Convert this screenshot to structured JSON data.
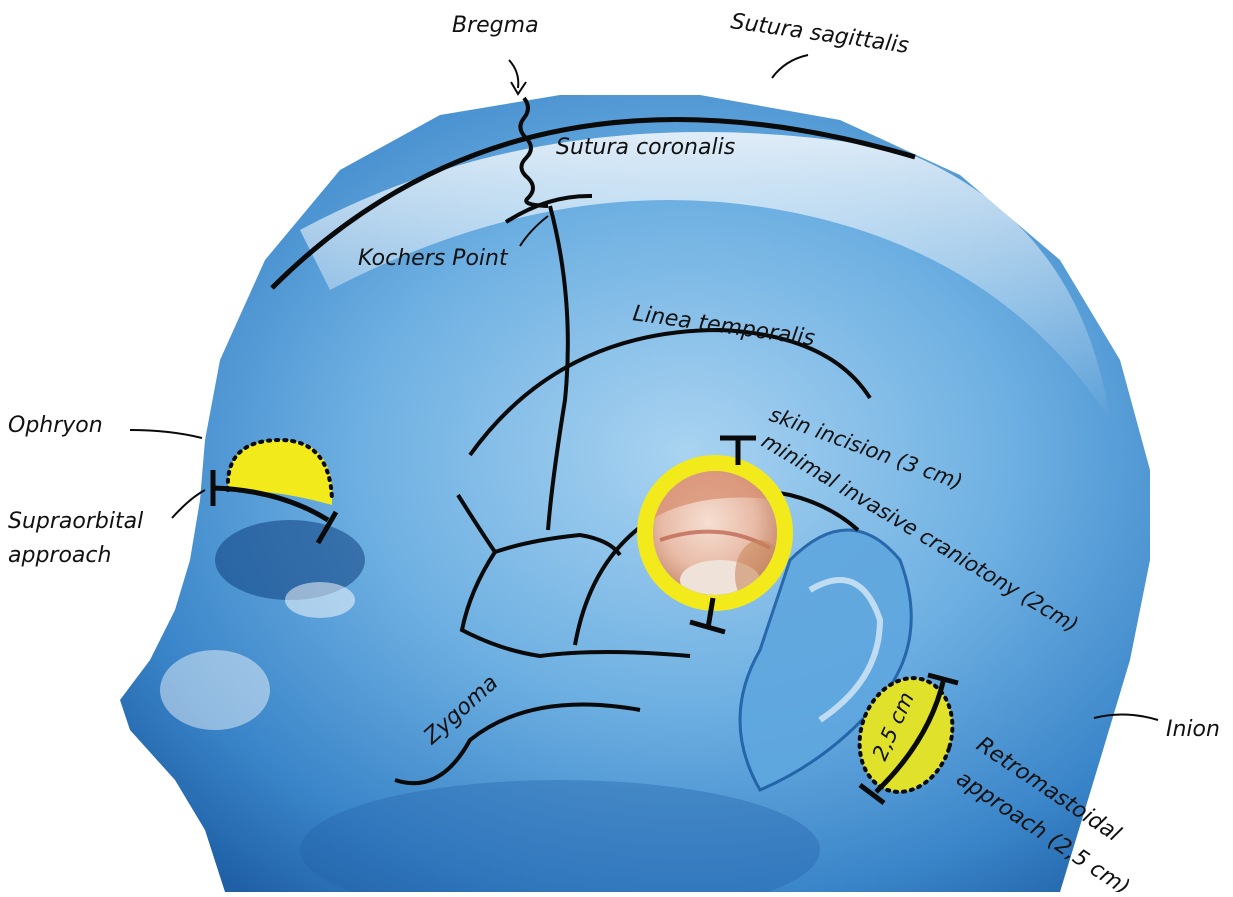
{
  "labels": {
    "bregma": "Bregma",
    "sutura_sagittalis": "Sutura sagittalis",
    "sutura_coronalis": "Sutura coronalis",
    "kochers_point": "Kochers Point",
    "linea_temporalis": "Linea temporalis",
    "ophryon": "Ophryon",
    "supraorbital_line1": "Supraorbital",
    "supraorbital_line2": "approach",
    "skin_incision": "skin incision (3 cm)",
    "minimal_craniotomy": "minimal invasive craniotony (2cm)",
    "zygoma": "Zygoma",
    "retromastoidal_line1": "Retromastoidal",
    "retromastoidal_line2": "approach (2,5 cm)",
    "measure": "2,5 cm",
    "inion": "Inion"
  },
  "colors": {
    "highlight_yellow": "#f2ea1b",
    "retro_yellow": "#dfe12a",
    "line": "#0a0a0a",
    "head_light": "#d8ecf8",
    "head_mid": "#7db8e3",
    "head_dark": "#2a6fb5"
  }
}
